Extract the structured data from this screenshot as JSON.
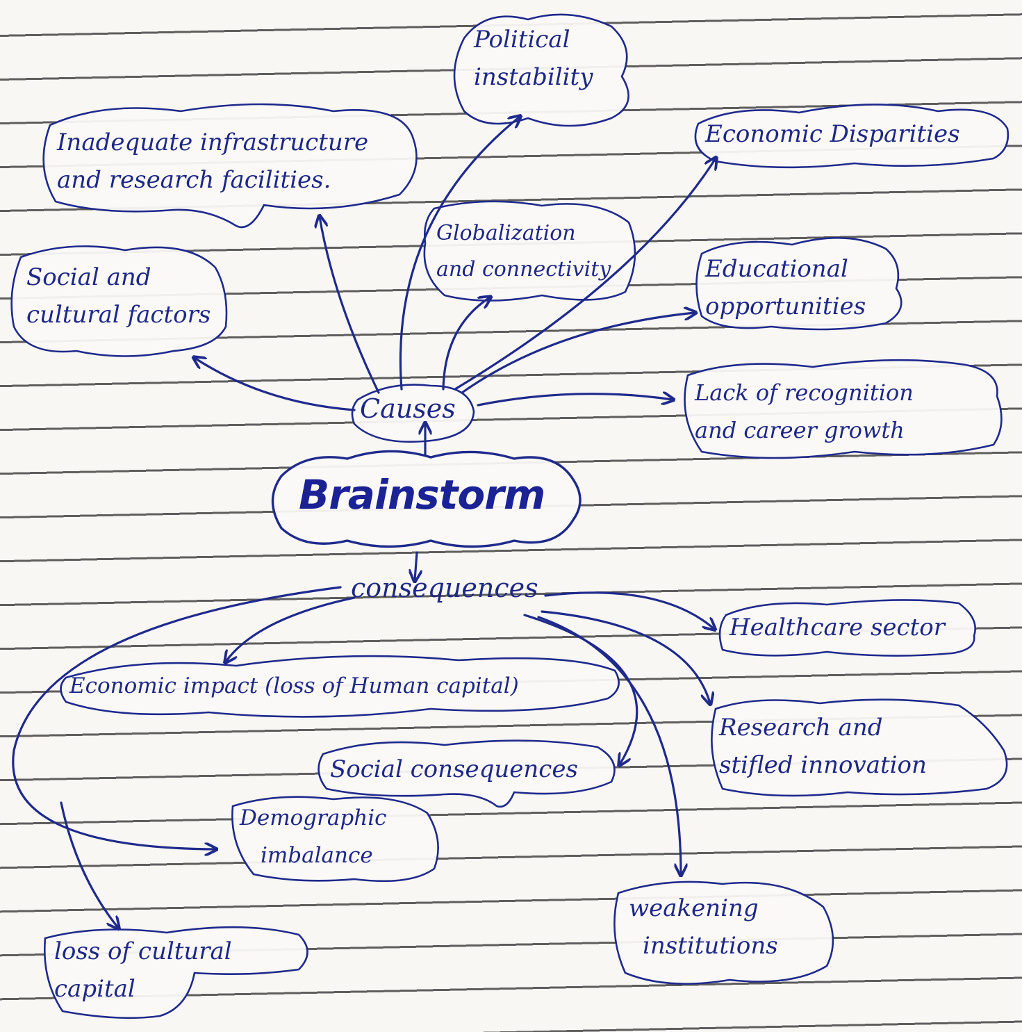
{
  "central": "Brainstorm",
  "causes": {
    "label": "Causes",
    "items": [
      {
        "lines": [
          "Political",
          "instability"
        ]
      },
      {
        "lines": [
          "Inadequate infrastructure",
          "and research facilities."
        ]
      },
      {
        "lines": [
          "Economic Disparities"
        ]
      },
      {
        "lines": [
          "Globalization",
          "and connectivity"
        ]
      },
      {
        "lines": [
          "Social and",
          "cultural factors"
        ]
      },
      {
        "lines": [
          "Educational",
          "opportunities"
        ]
      },
      {
        "lines": [
          "Lack of recognition",
          "and career growth"
        ]
      }
    ]
  },
  "consequences": {
    "label": "consequences",
    "items": [
      {
        "lines": [
          "Healthcare sector"
        ]
      },
      {
        "lines": [
          "Economic impact (loss of Human capital)"
        ]
      },
      {
        "lines": [
          "Research and",
          "stifled innovation"
        ]
      },
      {
        "lines": [
          "Social consequences"
        ]
      },
      {
        "lines": [
          "Demographic",
          "imbalance"
        ]
      },
      {
        "lines": [
          "weakening",
          "institutions"
        ]
      },
      {
        "lines": [
          "loss of cultural",
          "capital"
        ]
      }
    ]
  },
  "colors": {
    "ink": "#1f2a8c",
    "paper": "#f8f7f4",
    "rule": "#3c3c3c"
  }
}
